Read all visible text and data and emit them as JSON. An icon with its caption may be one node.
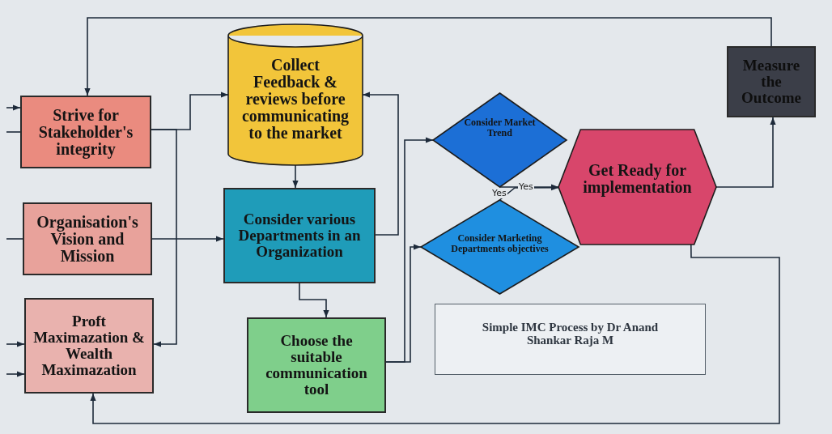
{
  "diagram": {
    "nodes": [
      {
        "text": [
          "Collect Feedback & reviews before communicating to the market"
        ]
      },
      {
        "text": [
          "Strive for Stakeholder's integrity"
        ]
      },
      {
        "text": [
          "Organisation's Vision and Mission"
        ]
      },
      {
        "text": [
          "Consider various Departments in an Organization"
        ]
      },
      {
        "text": [
          "Proft Maximazation & Wealth Maximazation"
        ]
      },
      {
        "text": [
          "Choose the suitable communication tool"
        ]
      },
      {
        "text": [
          "Consider Market Trend"
        ]
      },
      {
        "text": [
          "Get Ready for implementation"
        ]
      },
      {
        "text": [
          "Consider Marketing Departments objectives"
        ]
      },
      {
        "text": [
          "Measure the Outcome"
        ]
      },
      {
        "text": [
          "Simple IMC Process by Dr Anand Shankar Raja M"
        ]
      }
    ],
    "edges": [
      {
        "from": null,
        "to": 1,
        "arrow": "to"
      },
      {
        "from": null,
        "to": 1,
        "arrow": "none"
      },
      {
        "from": null,
        "to": 2,
        "arrow": "none"
      },
      {
        "from": null,
        "to": 4,
        "arrow": "to"
      },
      {
        "from": null,
        "to": 4,
        "arrow": "to"
      },
      {
        "from": 9,
        "to": 1,
        "arrow": "to"
      },
      {
        "from": 1,
        "to": 0,
        "arrow": "to"
      },
      {
        "from": 1,
        "to": 4,
        "arrow": "to"
      },
      {
        "from": 2,
        "to": 3,
        "arrow": "to"
      },
      {
        "from": 0,
        "to": 3,
        "arrow": "to"
      },
      {
        "from": 3,
        "to": 0,
        "arrow": "to"
      },
      {
        "from": 3,
        "to": 5,
        "arrow": "to"
      },
      {
        "from": 5,
        "to": 6,
        "arrow": "to"
      },
      {
        "from": 5,
        "to": 8,
        "arrow": "to"
      },
      {
        "from": 6,
        "to": 7,
        "arrow": "to",
        "label": "Yes"
      },
      {
        "from": 8,
        "to": 7,
        "arrow": "to",
        "label": "Yes"
      },
      {
        "from": 7,
        "to": 9,
        "arrow": "to"
      },
      {
        "from": 7,
        "to": 4,
        "arrow": "to"
      }
    ]
  }
}
